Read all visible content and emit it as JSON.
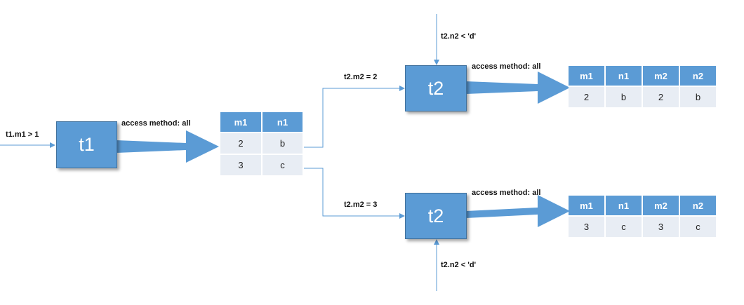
{
  "condition_t1": "t1.m1 > 1",
  "node_t1": "t1",
  "access_method_t1": "access method: all",
  "table_t1": {
    "headers": [
      "m1",
      "n1"
    ],
    "rows": [
      [
        "2",
        "b"
      ],
      [
        "3",
        "c"
      ]
    ]
  },
  "join_top": {
    "join_condition": "t2.m2 = 2",
    "filter_condition": "t2.n2 < 'd'",
    "node": "t2",
    "access_method": "access method: all",
    "table": {
      "headers": [
        "m1",
        "n1",
        "m2",
        "n2"
      ],
      "rows": [
        [
          "2",
          "b",
          "2",
          "b"
        ]
      ]
    }
  },
  "join_bottom": {
    "join_condition": "t2.m2 = 3",
    "filter_condition": "t2.n2 < 'd'",
    "node": "t2",
    "access_method": "access method: all",
    "table": {
      "headers": [
        "m1",
        "n1",
        "m2",
        "n2"
      ],
      "rows": [
        [
          "3",
          "c",
          "3",
          "c"
        ]
      ]
    }
  },
  "colors": {
    "node_fill": "#5b9bd5",
    "cell_fill": "#e8edf4",
    "line": "#5b9bd5"
  }
}
